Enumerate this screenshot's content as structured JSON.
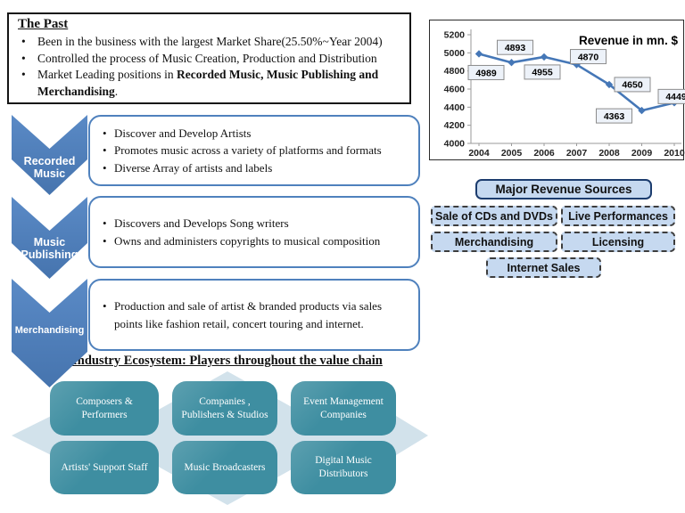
{
  "past": {
    "title": "The Past",
    "bullets": [
      [
        {
          "text": "Been in the business with the largest Market Share(25.50%~Year 2004)",
          "bold": false
        }
      ],
      [
        {
          "text": "Controlled the process of Music Creation, Production and Distribution",
          "bold": false
        }
      ],
      [
        {
          "text": "Market Leading positions in ",
          "bold": false
        },
        {
          "text": "Recorded Music, Music Publishing and Merchandising",
          "bold": true
        },
        {
          "text": ".",
          "bold": false
        }
      ]
    ]
  },
  "segment_rows": [
    {
      "label": "Recorded Music",
      "bullets": [
        "Discover and Develop Artists",
        "Promotes music across a variety of platforms and formats",
        "Diverse Array of artists and labels"
      ]
    },
    {
      "label": "Music Publishing",
      "bullets": [
        "Discovers and Develops Song writers",
        "Owns and administers copyrights to musical composition"
      ]
    },
    {
      "label": "Merchandising",
      "bullets": [
        "Production and sale of artist & branded products via sales points like fashion retail, concert touring and internet."
      ]
    }
  ],
  "ecosystem": {
    "heading": "Industry Ecosystem: Players throughout the value chain",
    "players": [
      "Composers & Performers",
      "Companies , Publishers & Studios",
      "Event Management Companies",
      "Artists' Support Staff",
      "Music Broadcasters",
      "Digital Music Distributors"
    ]
  },
  "revenue_sources": {
    "heading": "Major Revenue Sources",
    "items": [
      "Sale of CDs and DVDs",
      "Live Performances",
      "Merchandising",
      "Licensing",
      "Internet Sales"
    ]
  },
  "chart_data": {
    "type": "line",
    "title": "Revenue in mn. $",
    "x": [
      "2004",
      "2005",
      "2006",
      "2007",
      "2008",
      "2009",
      "2010"
    ],
    "values": [
      4989,
      4893,
      4955,
      4870,
      4650,
      4363,
      4449
    ],
    "ylim": [
      4000,
      5200
    ],
    "yticks": [
      5200,
      5000,
      4800,
      4600,
      4400,
      4200,
      4000
    ],
    "grid": false,
    "legend": "none",
    "data_labels": [
      "4989",
      "4893",
      "4955",
      "4870",
      "4650",
      "4363",
      "4449"
    ],
    "label_offsets": [
      [
        8,
        21
      ],
      [
        4,
        -17
      ],
      [
        -2,
        17
      ],
      [
        13,
        -9
      ],
      [
        26,
        0
      ],
      [
        -31,
        6
      ],
      [
        2,
        -7
      ]
    ]
  },
  "colors": {
    "chevron_blue": "#4f81bd",
    "box_border_blue": "#4f81bd",
    "teal_box": "#3e8ea1",
    "diamond_light_blue": "#d2e2eb",
    "revenue_fill": "#c6d9f0",
    "revenue_header_border": "#1c3c6e",
    "chart_line": "#4577b7",
    "chart_label_fill": "#edf2f9",
    "chart_label_border": "#8c8c8c"
  }
}
